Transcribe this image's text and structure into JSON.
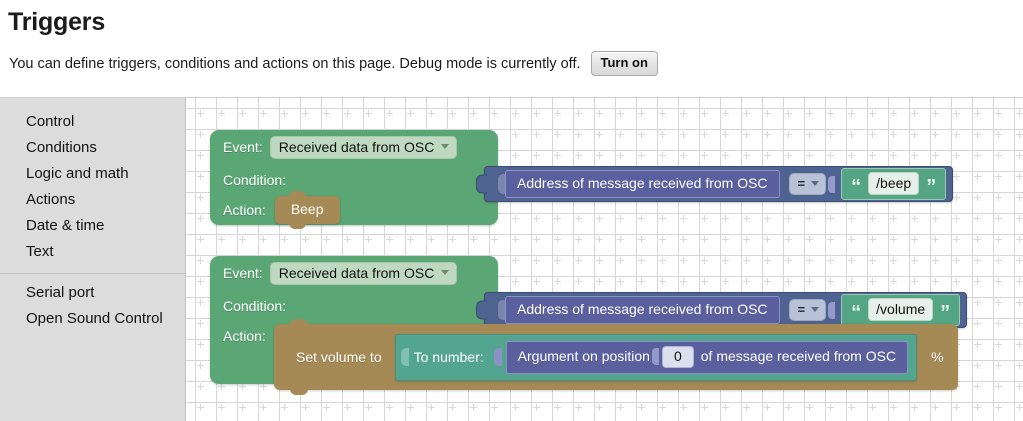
{
  "header": {
    "title": "Triggers",
    "intro_text": "You can define triggers, conditions and actions on this page. Debug mode is currently off.",
    "debug_button_label": "Turn on"
  },
  "sidebar": {
    "groups": [
      {
        "items": [
          {
            "label": "Control"
          },
          {
            "label": "Conditions"
          },
          {
            "label": "Logic and math"
          },
          {
            "label": "Actions"
          },
          {
            "label": "Date & time"
          },
          {
            "label": "Text"
          }
        ]
      },
      {
        "items": [
          {
            "label": "Serial port"
          },
          {
            "label": "Open Sound Control"
          }
        ]
      }
    ]
  },
  "workspace": {
    "triggers": [
      {
        "event_label": "Event:",
        "event_value": "Received data from OSC",
        "condition_label": "Condition:",
        "condition": {
          "left_operand": "Address of message received from OSC",
          "operator": "=",
          "right_operand_open_quote": "“",
          "right_operand_value": "/beep",
          "right_operand_close_quote": "”"
        },
        "action_label": "Action:",
        "action": {
          "statement": "Beep"
        }
      },
      {
        "event_label": "Event:",
        "event_value": "Received data from OSC",
        "condition_label": "Condition:",
        "condition": {
          "left_operand": "Address of message received from OSC",
          "operator": "=",
          "right_operand_open_quote": "“",
          "right_operand_value": "/volume",
          "right_operand_close_quote": "”"
        },
        "action_label": "Action:",
        "action": {
          "statement": "Set volume to",
          "suffix": "%",
          "to_number_label": "To number:",
          "argument_prefix": "Argument on position",
          "argument_index": "0",
          "argument_suffix": "of message received from OSC"
        }
      }
    ]
  },
  "colors": {
    "trigger_green": "#5ba675",
    "condition_slate": "#4f6390",
    "value_purple": "#5a5f9e",
    "string_green": "#53a583",
    "statement_tan": "#a68a55",
    "teal": "#53a58f",
    "sidebar_gray": "#dcdcdc"
  }
}
